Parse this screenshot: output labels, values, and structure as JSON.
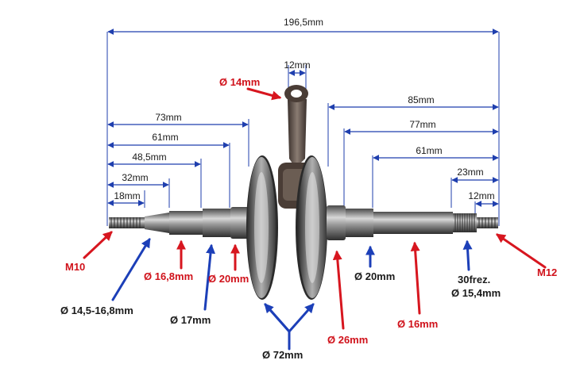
{
  "colors": {
    "dimension_line": "#1f3fae",
    "red_arrow": "#d7161f",
    "blue_arrow": "#1c3fb8",
    "metal_dark": "#3a3a3a",
    "metal_light": "#cfcfcf"
  },
  "dimensions": {
    "total_length": "196,5mm",
    "rod_width": "12mm",
    "left_73": "73mm",
    "left_61": "61mm",
    "left_48": "48,5mm",
    "left_32": "32mm",
    "left_18": "18mm",
    "right_85": "85mm",
    "right_77": "77mm",
    "right_61": "61mm",
    "right_23": "23mm",
    "right_12": "12mm"
  },
  "callouts": {
    "rod_eye": "Ø 14mm",
    "thread_left": "M10",
    "thread_right": "M12",
    "taper_left": "Ø 14,5-16,8mm",
    "shaft_left_16": "Ø 16,8mm",
    "shaft_left_17": "Ø 17mm",
    "shaft_left_20": "Ø 20mm",
    "flywheel": "Ø 72mm",
    "shoulder_right_26": "Ø 26mm",
    "shaft_right_20": "Ø 20mm",
    "shaft_right_16": "Ø 16mm",
    "spline_line1": "30frez.",
    "spline_line2": "Ø 15,4mm"
  }
}
